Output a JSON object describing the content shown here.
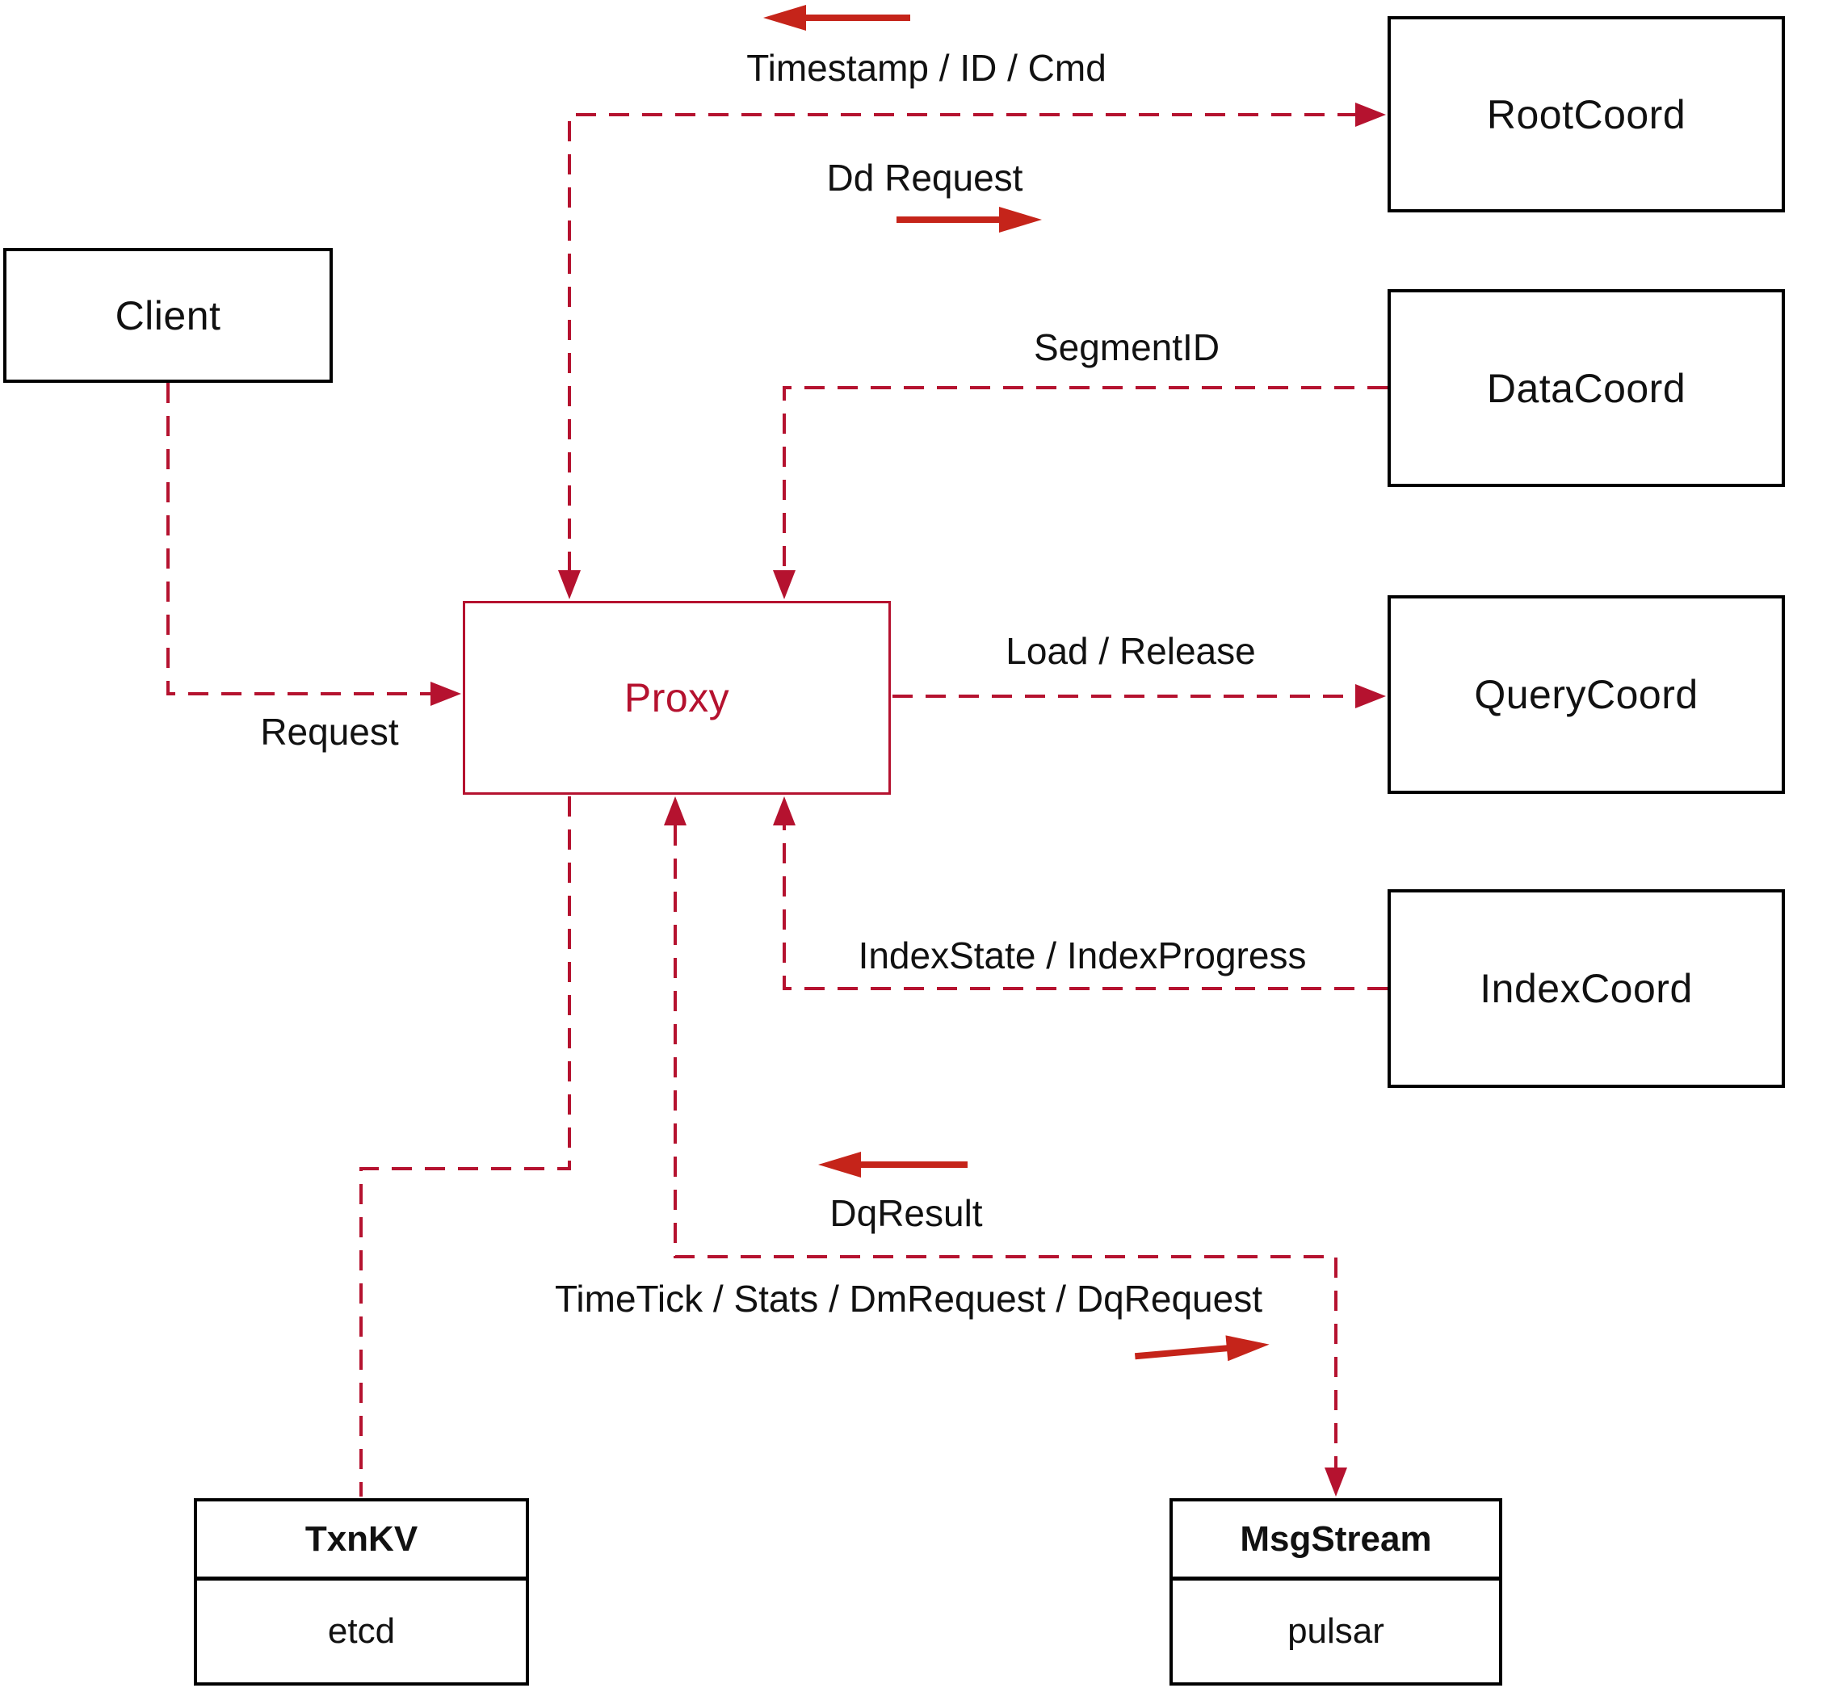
{
  "colors": {
    "dashed_line": "#b5122f",
    "solid_arrow": "#c5241a",
    "box_border": "#000000",
    "text": "#111111"
  },
  "nodes": {
    "client": {
      "label": "Client"
    },
    "proxy": {
      "label": "Proxy"
    },
    "root_coord": {
      "label": "RootCoord"
    },
    "data_coord": {
      "label": "DataCoord"
    },
    "query_coord": {
      "label": "QueryCoord"
    },
    "index_coord": {
      "label": "IndexCoord"
    },
    "txn_kv": {
      "title": "TxnKV",
      "impl": "etcd"
    },
    "msg_stream": {
      "title": "MsgStream",
      "impl": "pulsar"
    }
  },
  "edges": {
    "client_to_proxy": {
      "label": "Request"
    },
    "proxy_to_rootcoord_return": {
      "label": "Timestamp / ID / Cmd"
    },
    "proxy_to_rootcoord": {
      "label": "Dd Request"
    },
    "datacoord_to_proxy": {
      "label": "SegmentID"
    },
    "proxy_to_querycoord": {
      "label": "Load / Release"
    },
    "indexcoord_to_proxy": {
      "label": "IndexState / IndexProgress"
    },
    "msgstream_to_proxy": {
      "label": "DqResult"
    },
    "proxy_to_msgstream": {
      "label": "TimeTick / Stats / DmRequest / DqRequest"
    }
  }
}
